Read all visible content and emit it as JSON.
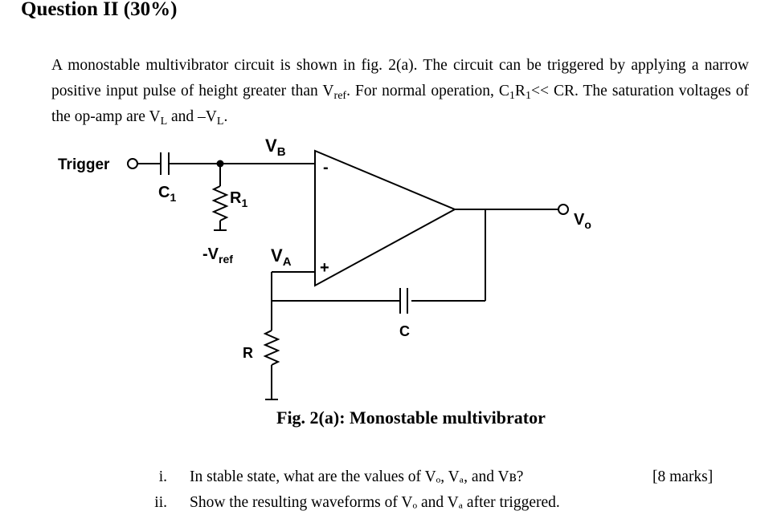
{
  "title": "Question II (30%)",
  "paragraph": {
    "s1": "A monostable multivibrator circuit is shown in fig. 2(a). The circuit can be triggered by applying a narrow positive input pulse of height greater than V",
    "ref": "ref",
    "s2": ". For normal operation, C",
    "one_a": "1",
    "r": "R",
    "one_b": "1",
    "s3": "<< CR. The saturation voltages of the op-amp are V",
    "L1": "L",
    "s4": " and –V",
    "L2": "L",
    "s5": "."
  },
  "circuit": {
    "trigger": "Trigger",
    "c1": {
      "main": "C",
      "sub": "1"
    },
    "r1": {
      "main": "R",
      "sub": "1"
    },
    "vref": {
      "main": "-V",
      "sub": "ref"
    },
    "vb": {
      "main": "V",
      "sub": "B"
    },
    "va": {
      "main": "V",
      "sub": "A"
    },
    "vo": {
      "main": "V",
      "sub": "o"
    },
    "minus": "-",
    "plus": "+",
    "c": "C",
    "r": "R"
  },
  "caption": "Fig. 2(a): Monostable multivibrator",
  "questions": [
    {
      "num": "i.",
      "text": "In stable state, what are the values of Vₒ, Vₐ, and Vʙ?",
      "marks": "[8 marks]"
    },
    {
      "num": "ii.",
      "text": "Show the resulting waveforms of Vₒ and Vₐ after triggered.",
      "marks": ""
    }
  ]
}
